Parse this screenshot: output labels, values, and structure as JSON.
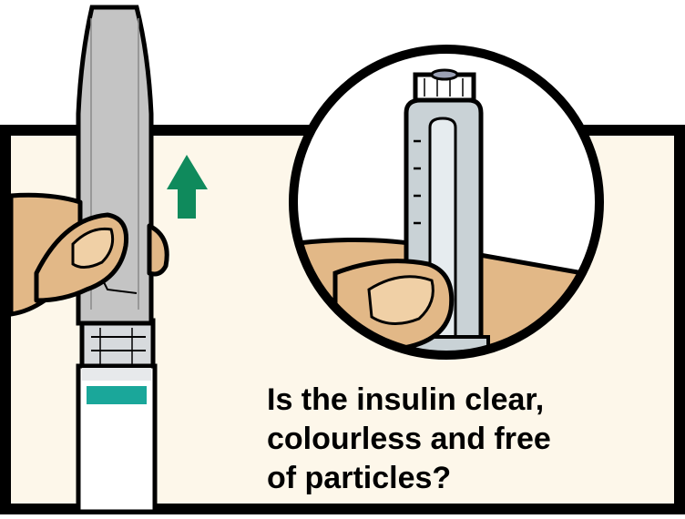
{
  "caption": {
    "line1": "Is the insulin clear,",
    "line2": "colourless and free",
    "line3": "of particles?"
  },
  "colors": {
    "panel_background": "#fdf7ea",
    "outline": "#000000",
    "skin": "#e2b887",
    "pen_cap": "#c4c4c4",
    "pen_body": "#d7dadd",
    "cartridge": "#c9d2d6",
    "label_stripe": "#1aa79a",
    "arrow": "#0f8a5c"
  },
  "icons": {
    "arrow": "arrow-up-icon",
    "magnifier": "magnified-cartridge-icon"
  }
}
